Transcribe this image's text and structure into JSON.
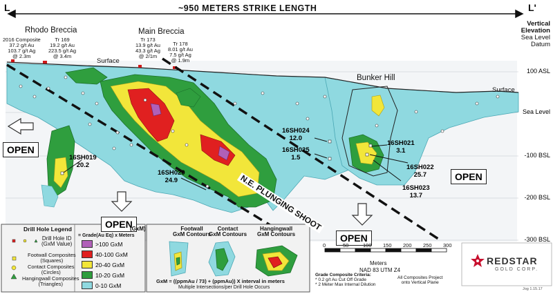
{
  "header": {
    "left_label": "L",
    "right_label": "L'",
    "strike_length": "~950 METERS STRIKE LENGTH"
  },
  "zones": {
    "rhodo": "Rhodo Breccia",
    "main": "Main Breccia",
    "bunker": "Bunker Hill",
    "shoot": "N.E. PLUNGING SHOOT"
  },
  "surface_labels": [
    "Surface",
    "Surface"
  ],
  "surface_intercepts": [
    {
      "lines": [
        "2016 Composite",
        "37.2 g/t Au",
        "103.7 g/t Ag",
        "@ 2.3m"
      ]
    },
    {
      "lines": [
        "Tr 169",
        "19.2 g/t Au",
        "223.5 g/t Ag",
        "@ 3.4m"
      ]
    },
    {
      "lines": [
        "Tr 173",
        "13.9 g/t Au",
        "43.3 g/t Ag",
        "@ 2/1m"
      ]
    },
    {
      "lines": [
        "Tr 178",
        "8.01 g/t Au",
        "7.5 g/t Ag",
        "@ 1.9m"
      ]
    }
  ],
  "drill_holes": [
    {
      "id": "16SH019",
      "value": "20.2"
    },
    {
      "id": "16SH020",
      "value": "24.9"
    },
    {
      "id": "16SH024",
      "value": "12.0"
    },
    {
      "id": "16SH025",
      "value": "1.5"
    },
    {
      "id": "16SH021",
      "value": "3.1"
    },
    {
      "id": "16SH022",
      "value": "25.7"
    },
    {
      "id": "16SH023",
      "value": "13.7"
    }
  ],
  "open_labels": [
    "OPEN",
    "OPEN",
    "OPEN",
    "OPEN"
  ],
  "elevation_axis": {
    "header": [
      "Vertical",
      "Elevation",
      "Sea Level",
      "Datum"
    ],
    "ticks": [
      "100 ASL",
      "Sea Level",
      "-100 BSL",
      "-200 BSL",
      "-300 BSL"
    ]
  },
  "legend": {
    "title": "Drill Hole Legend",
    "drill_hole_id": "Drill Hole ID",
    "gxm_value": "(GxM Value)",
    "footwall": [
      "Footwall Composites",
      "(Squares)"
    ],
    "contact": [
      "Contact Composites",
      "(Circles)"
    ],
    "hangingwall": [
      "Hangingwall Composites",
      "(Triangles)"
    ],
    "grade_title": "(GxM)",
    "grade_sub": "= Grade(Au Eq) x Meters",
    "classes": [
      {
        "label": ">100 GxM",
        "color": "#b060b8"
      },
      {
        "label": "40-100 GxM",
        "color": "#e02020"
      },
      {
        "label": "20-40 GxM",
        "color": "#f2e63a"
      },
      {
        "label": "10-20 GxM",
        "color": "#2f9e3e"
      },
      {
        "label": "0-10 GxM",
        "color": "#8fd9e0"
      }
    ]
  },
  "contours": {
    "footwall": [
      "Footwall",
      "GxM Contours"
    ],
    "contact": [
      "Contact",
      "GxM Contours"
    ],
    "hangingwall": [
      "Hangingwall",
      "GxM Contours"
    ],
    "formula": "GxM = ((ppmAu / 73) + (ppmAu)) X interval in meters",
    "note": "Multiple Intersections/per Drill Hole Occurs"
  },
  "scale": {
    "ticks": [
      "0",
      "50",
      "100",
      "150",
      "200",
      "250",
      "300"
    ],
    "unit": "Meters",
    "datum": "NAD 83 UTM Z4"
  },
  "criteria": {
    "title": "Grade Composite Criteria:",
    "items": [
      "* 0.2 g/t Au Cut Off Grade",
      "* 2 Meter Max Internal Dilution"
    ]
  },
  "projection_note": [
    "All Composites Project",
    "onto Vertical Plane"
  ],
  "brand": {
    "name": "REDSTAR",
    "sub": "GOLD CORP."
  },
  "job_ref": "Jog 1.15.17",
  "colors": {
    "cyan": "#8fd9e0",
    "green": "#2f9e3e",
    "yellow": "#f2e63a",
    "red": "#e02020",
    "purple": "#b060b8",
    "background_section": "#dfe5ea"
  }
}
